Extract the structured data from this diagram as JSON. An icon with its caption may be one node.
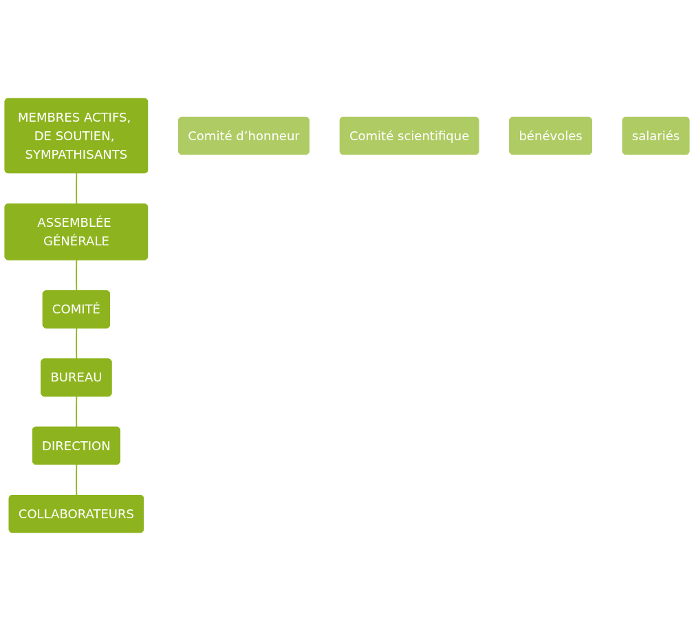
{
  "diagram": {
    "nodes": [
      {
        "text": [
          "MEMBRES ACTIFS, DE SOUTIEN, SYMPATHISANTS"
        ]
      },
      {
        "text": [
          "ASSEMBLÉE GÉNÉRALE"
        ]
      },
      {
        "text": [
          "COMITÉ"
        ]
      },
      {
        "text": [
          "Comité d’honneur"
        ]
      },
      {
        "text": [
          "Comité scientifique"
        ]
      },
      {
        "text": [
          "BUREAU"
        ]
      },
      {
        "text": [
          "DIRECTION"
        ]
      },
      {
        "text": [
          "COLLABORATEURS"
        ]
      },
      {
        "text": [
          "bénévoles"
        ]
      },
      {
        "text": [
          "salariés"
        ]
      }
    ],
    "edges": [
      {
        "from": 0,
        "to": 1,
        "arrow": "none"
      },
      {
        "from": 1,
        "to": 2,
        "arrow": "none"
      },
      {
        "from": 2,
        "to": 5,
        "arrow": "none"
      },
      {
        "from": 5,
        "to": 6,
        "arrow": "none"
      },
      {
        "from": 6,
        "to": 7,
        "arrow": "none"
      }
    ]
  }
}
